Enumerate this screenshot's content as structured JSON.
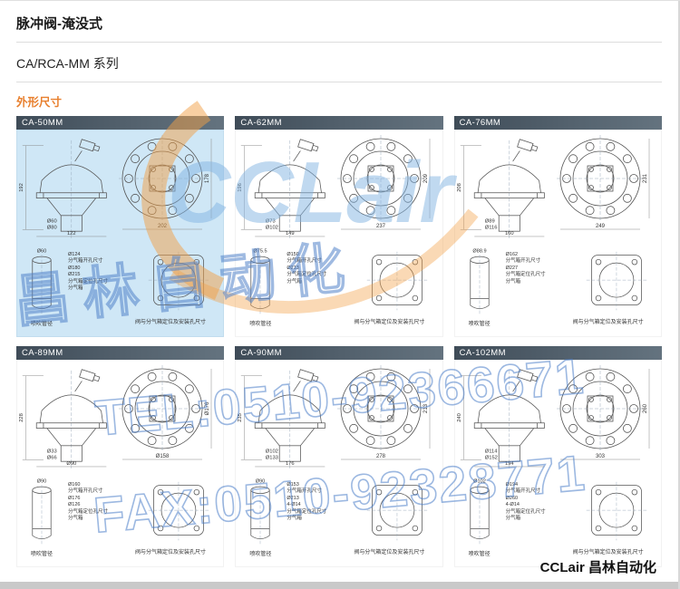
{
  "page": {
    "title": "脉冲阀-淹没式",
    "series": "CA/RCA-MM  系列",
    "section": "外形尺寸",
    "footer_brand": "CCLair 昌林自动化"
  },
  "watermark": {
    "logo": "CCLair",
    "cn": "昌林自动化",
    "tel": "TEL:0510-92366671",
    "fax": "FAX:0510-92328771",
    "accent_blue": "#5b8fc9",
    "accent_orange": "#f09a4d"
  },
  "common": {
    "pipe_label": "喷吹管径",
    "mount_label": "阀与分气箱定位及安装孔尺寸",
    "open_label": "分气箱开孔尺寸",
    "pos_label": "分气箱定位孔尺寸",
    "box_label": "分气箱"
  },
  "panels": [
    {
      "model": "CA-50MM",
      "highlight": true,
      "dims": {
        "h": "192",
        "flange_d": "178",
        "b1": "Ø60",
        "b2": "Ø80",
        "bw1": "122",
        "bw2": "202",
        "pipe_d": "Ø60",
        "open_d": "Ø124",
        "pos_d1": "Ø180",
        "pos_d2": "Ø215"
      }
    },
    {
      "model": "CA-62MM",
      "highlight": false,
      "dims": {
        "h": "196",
        "flange_d": "209",
        "b1": "Ø73",
        "b2": "Ø102",
        "bw1": "149",
        "bw2": "237",
        "pipe_d": "Ø75.5",
        "open_d": "Ø150",
        "pos_d1": "Ø213",
        "pos_d2": ""
      }
    },
    {
      "model": "CA-76MM",
      "highlight": false,
      "dims": {
        "h": "208",
        "flange_d": "231",
        "b1": "Ø89",
        "b2": "Ø116",
        "bw1": "160",
        "bw2": "249",
        "pipe_d": "Ø88.9",
        "open_d": "Ø162",
        "pos_d1": "Ø227",
        "pos_d2": ""
      }
    },
    {
      "model": "CA-89MM",
      "highlight": false,
      "dims": {
        "h": "228",
        "flange_d": "Ø176",
        "b1": "Ø33",
        "b2": "Ø66",
        "bw1": "Ø90",
        "bw2": "Ø158",
        "pipe_d": "Ø90",
        "open_d": "Ø160",
        "pos_d1": "Ø176",
        "pos_d2": "Ø126"
      }
    },
    {
      "model": "CA-90MM",
      "highlight": false,
      "dims": {
        "h": "235",
        "flange_d": "213",
        "b1": "Ø102",
        "b2": "Ø133",
        "bw1": "176",
        "bw2": "278",
        "pipe_d": "Ø90",
        "open_d": "Ø153",
        "pos_d1": "Ø213",
        "pos_d2": "4-Ø14"
      }
    },
    {
      "model": "CA-102MM",
      "highlight": false,
      "dims": {
        "h": "240",
        "flange_d": "260",
        "b1": "Ø114",
        "b2": "Ø152",
        "bw1": "194",
        "bw2": "303",
        "pipe_d": "Ø102",
        "open_d": "Ø194",
        "pos_d1": "Ø260",
        "pos_d2": "4-Ø14"
      }
    }
  ]
}
